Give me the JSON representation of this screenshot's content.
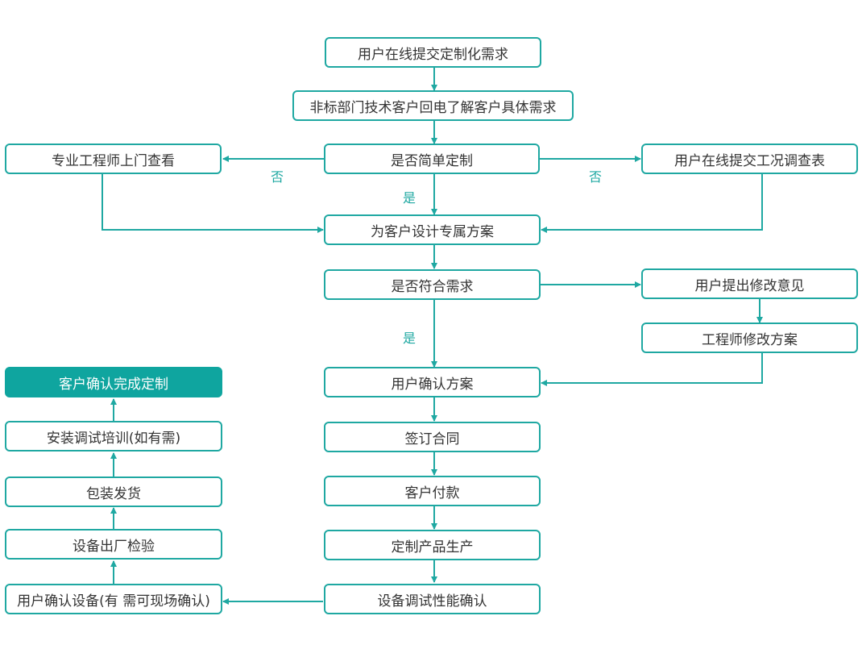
{
  "colors": {
    "line": "#1fa8a2",
    "final_fill": "#0fa59f",
    "text": "#333333"
  },
  "nodes": {
    "n1": "用户在线提交定制化需求",
    "n2": "非标部门技术客户回电了解客户具体需求",
    "n3": "是否简单定制",
    "n4": "专业工程师上门查看",
    "n5": "用户在线提交工况调查表",
    "n6": "为客户设计专属方案",
    "n7": "是否符合需求",
    "n8": "用户提出修改意见",
    "n9": "工程师修改方案",
    "n10": "用户确认方案",
    "n11": "签订合同",
    "n12": "客户付款",
    "n13": "定制产品生产",
    "n14": "设备调试性能确认",
    "n15": "用户确认设备(有 需可现场确认)",
    "n16": "设备出厂检验",
    "n17": "包装发货",
    "n18": "安装调试培训(如有需)",
    "n19": "客户确认完成定制"
  },
  "labels": {
    "no_left": "否",
    "no_right": "否",
    "yes_1": "是",
    "yes_2": "是"
  }
}
